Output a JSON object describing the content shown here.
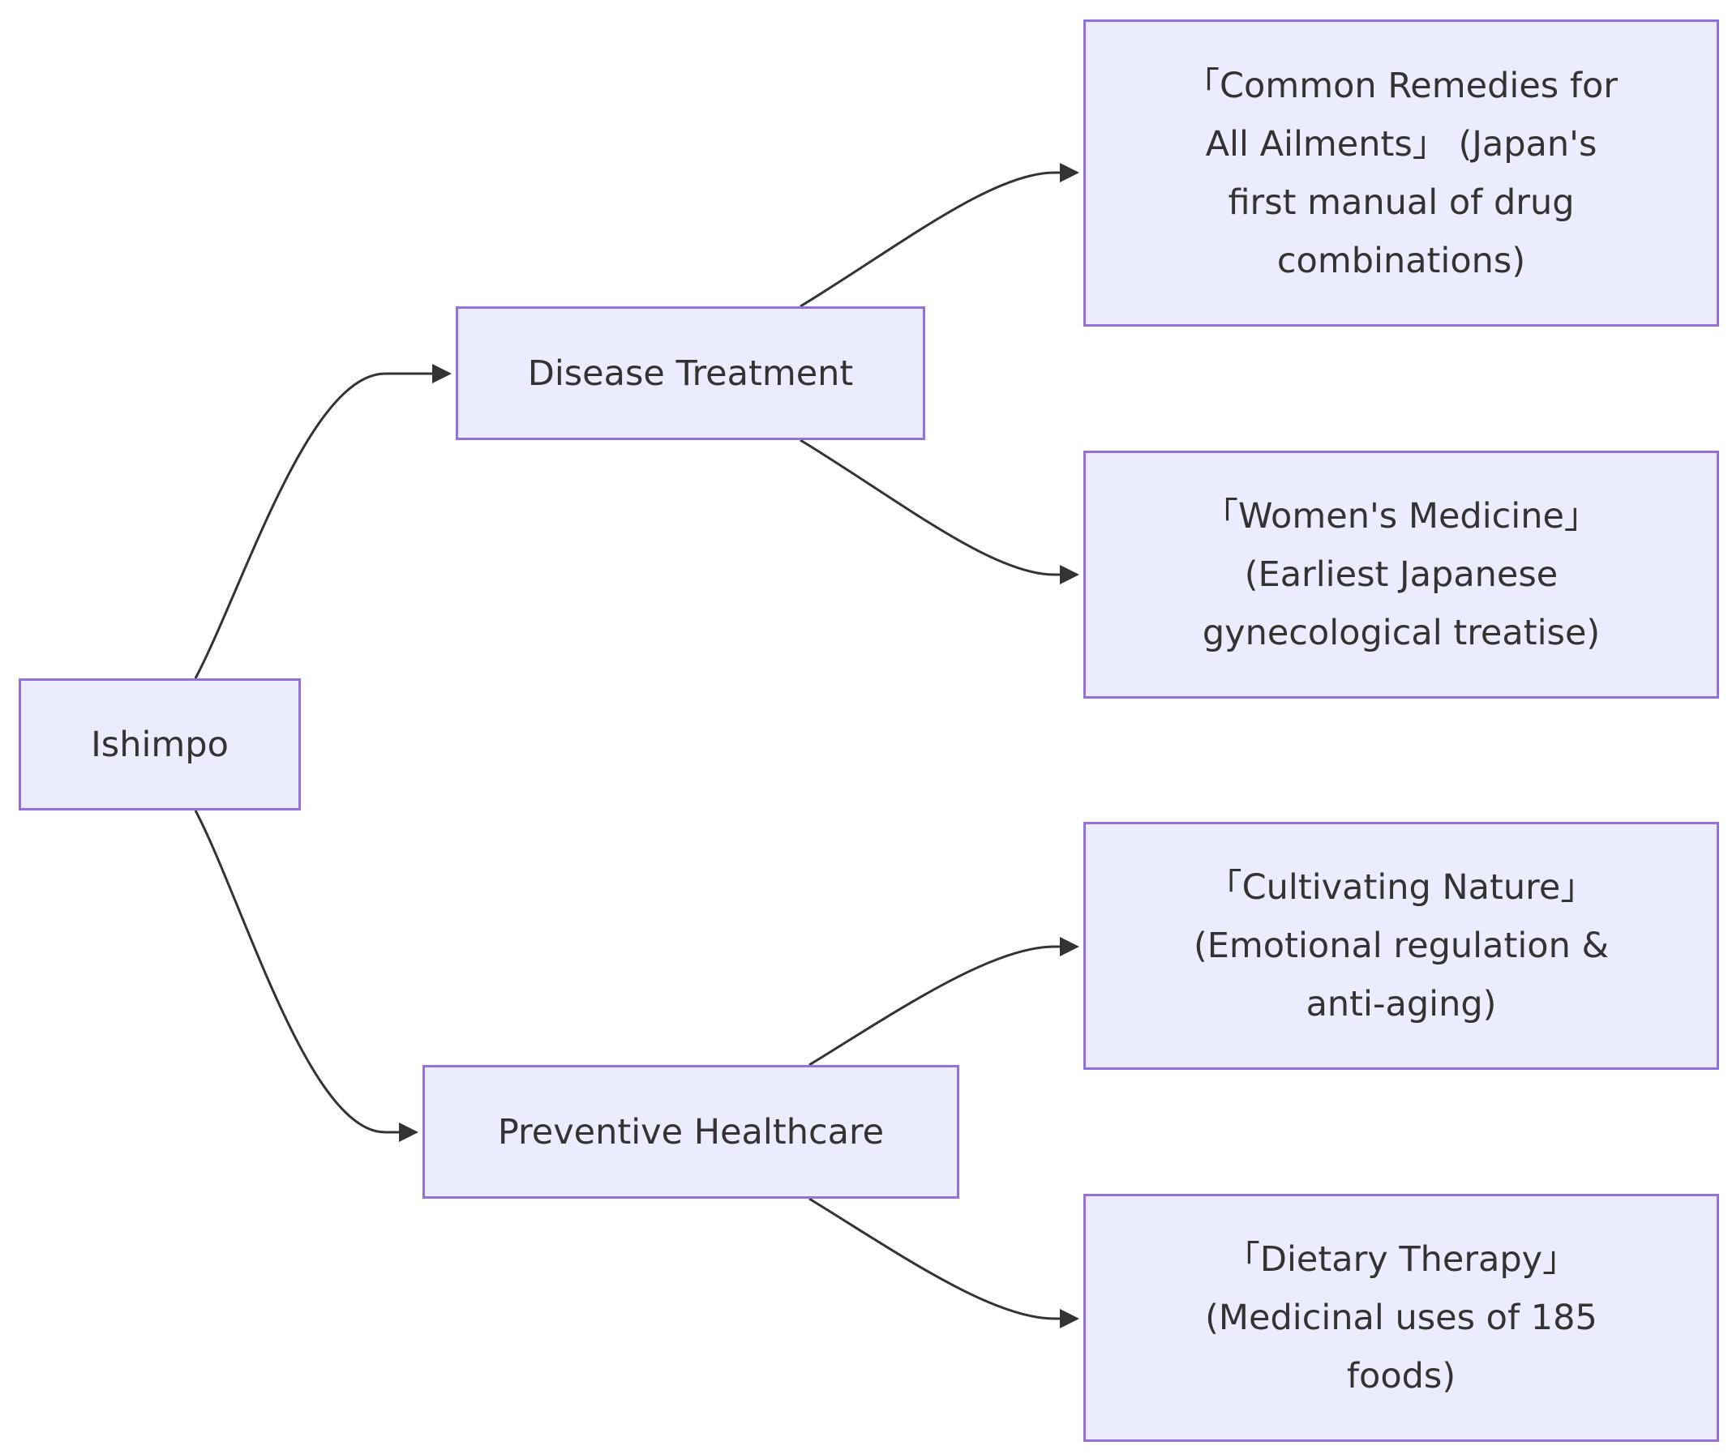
{
  "diagram": {
    "nodes": {
      "root": {
        "label": "Ishimpo"
      },
      "disease": {
        "label": "Disease Treatment"
      },
      "preventive": {
        "label": "Preventive Healthcare"
      },
      "common": {
        "label": "「Common Remedies for All Ailments」 (Japan's first manual of drug combinations)"
      },
      "women": {
        "label": "「Women's Medicine」 (Earliest Japanese gynecological treatise)"
      },
      "cultivating": {
        "label": "「Cultivating Nature」 (Emotional regulation & anti-aging)"
      },
      "dietary": {
        "label": "「Dietary Therapy」 (Medicinal uses of 185 foods)"
      }
    },
    "edges": [
      {
        "from": "root",
        "to": "disease"
      },
      {
        "from": "root",
        "to": "preventive"
      },
      {
        "from": "disease",
        "to": "common"
      },
      {
        "from": "disease",
        "to": "women"
      },
      {
        "from": "preventive",
        "to": "cultivating"
      },
      {
        "from": "preventive",
        "to": "dietary"
      }
    ],
    "colors": {
      "node_fill": "#ECECFF",
      "node_border": "#9370DB",
      "text": "#333333",
      "edge": "#333333"
    }
  }
}
